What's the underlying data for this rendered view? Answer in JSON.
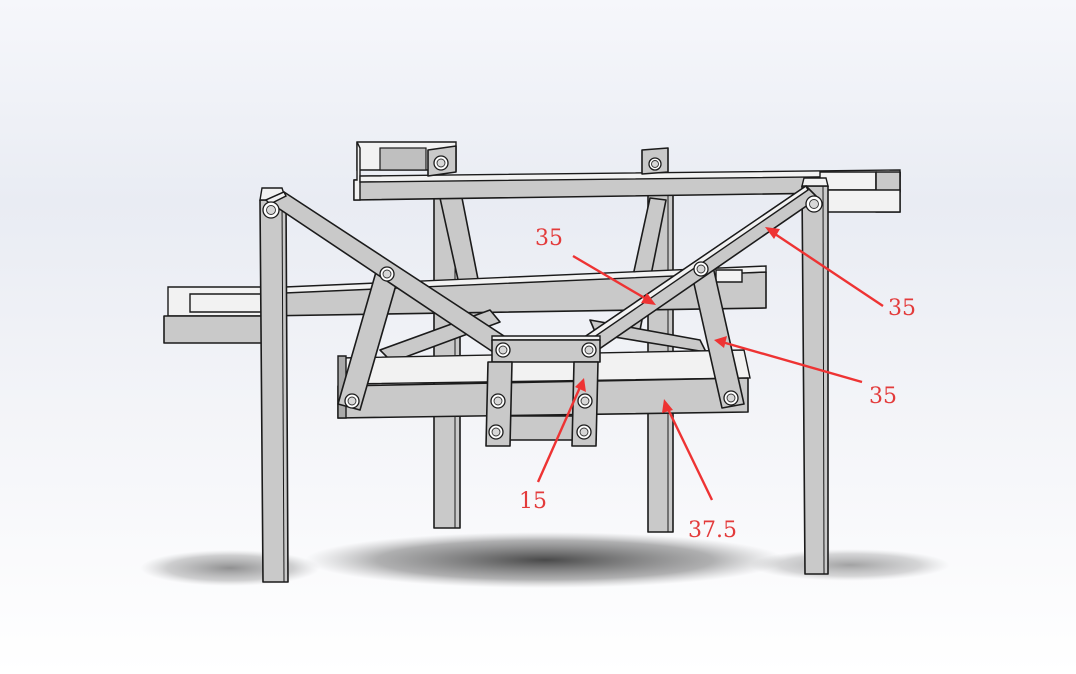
{
  "annotations": [
    {
      "id": "dim-35-upper-center",
      "text": "35"
    },
    {
      "id": "dim-35-right-top",
      "text": "35"
    },
    {
      "id": "dim-35-right-mid",
      "text": "35"
    },
    {
      "id": "dim-15",
      "text": "15"
    },
    {
      "id": "dim-37-5",
      "text": "37.5"
    }
  ],
  "colors": {
    "frame": "#c9c9c9",
    "outline": "#1b1b1b",
    "annotation": "#e33b3b"
  }
}
